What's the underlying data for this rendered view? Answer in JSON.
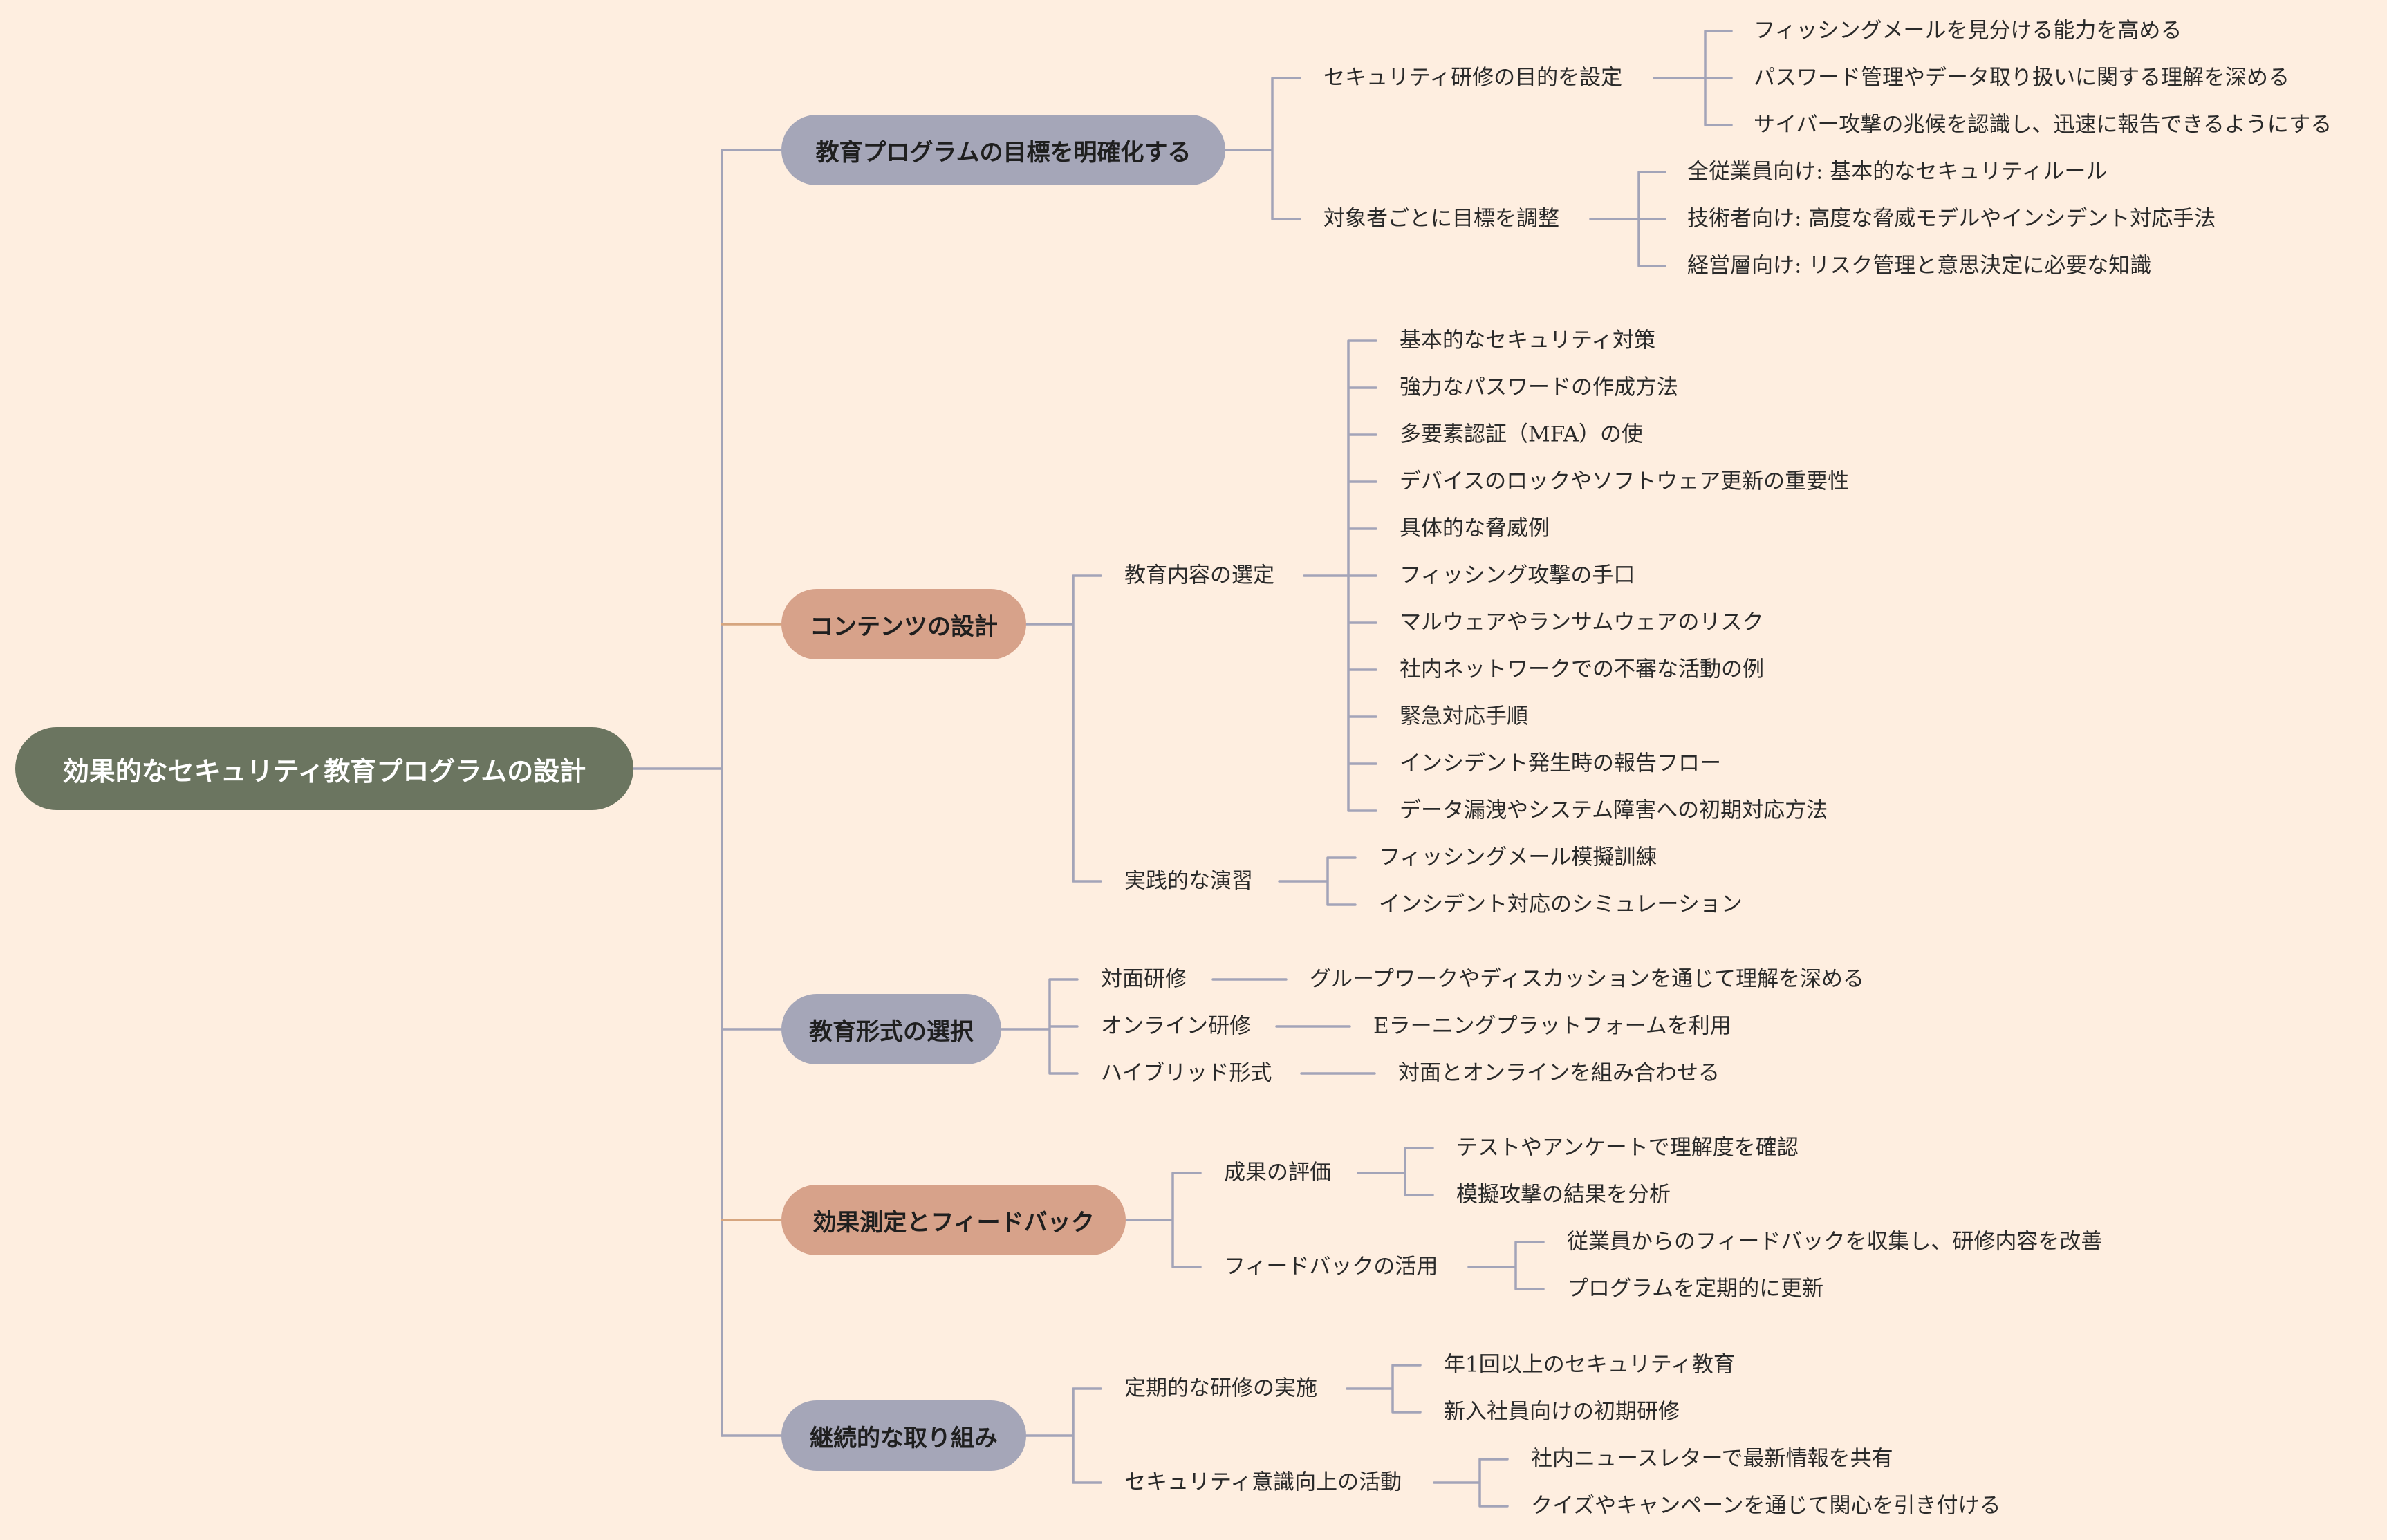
{
  "colors": {
    "background": "#FEEEE0",
    "root": "#6B7560",
    "gray_branch": "#A5A6B8",
    "salmon_branch": "#D7A28A",
    "gray_line": "#A3A4B8",
    "salmon_line": "#D6A57F"
  },
  "root": {
    "label": "効果的なセキュリティ教育プログラムの設計"
  },
  "branches": [
    {
      "label": "教育プログラムの目標を明確化する",
      "color": "gray",
      "children": [
        {
          "label": "セキュリティ研修の目的を設定",
          "children": [
            "フィッシングメールを見分ける能力を高める",
            "パスワード管理やデータ取り扱いに関する理解を深める",
            "サイバー攻撃の兆候を認識し、迅速に報告できるようにする"
          ]
        },
        {
          "label": "対象者ごとに目標を調整",
          "children": [
            "全従業員向け: 基本的なセキュリティルール",
            "技術者向け: 高度な脅威モデルやインシデント対応手法",
            "経営層向け: リスク管理と意思決定に必要な知識"
          ]
        }
      ]
    },
    {
      "label": "コンテンツの設計",
      "color": "salmon",
      "children": [
        {
          "label": "教育内容の選定",
          "children": [
            "基本的なセキュリティ対策",
            "強力なパスワードの作成方法",
            "多要素認証（MFA）の使",
            "デバイスのロックやソフトウェア更新の重要性",
            "具体的な脅威例",
            "フィッシング攻撃の手口",
            "マルウェアやランサムウェアのリスク",
            "社内ネットワークでの不審な活動の例",
            "緊急対応手順",
            "インシデント発生時の報告フロー",
            "データ漏洩やシステム障害への初期対応方法"
          ]
        },
        {
          "label": "実践的な演習",
          "children": [
            "フィッシングメール模擬訓練",
            "インシデント対応のシミュレーション"
          ]
        }
      ]
    },
    {
      "label": "教育形式の選択",
      "color": "gray",
      "children": [
        {
          "label": "対面研修",
          "children": [
            "グループワークやディスカッションを通じて理解を深める"
          ]
        },
        {
          "label": "オンライン研修",
          "children": [
            "Eラーニングプラットフォームを利用"
          ]
        },
        {
          "label": "ハイブリッド形式",
          "children": [
            "対面とオンラインを組み合わせる"
          ]
        }
      ]
    },
    {
      "label": "効果測定とフィードバック",
      "color": "salmon",
      "children": [
        {
          "label": "成果の評価",
          "children": [
            "テストやアンケートで理解度を確認",
            "模擬攻撃の結果を分析"
          ]
        },
        {
          "label": "フィードバックの活用",
          "children": [
            "従業員からのフィードバックを収集し、研修内容を改善",
            "プログラムを定期的に更新"
          ]
        }
      ]
    },
    {
      "label": "継続的な取り組み",
      "color": "gray",
      "children": [
        {
          "label": "定期的な研修の実施",
          "children": [
            "年1回以上のセキュリティ教育",
            "新入社員向けの初期研修"
          ]
        },
        {
          "label": "セキュリティ意識向上の活動",
          "children": [
            "社内ニュースレターで最新情報を共有",
            "クイズやキャンペーンを通じて関心を引き付ける"
          ]
        }
      ]
    }
  ]
}
